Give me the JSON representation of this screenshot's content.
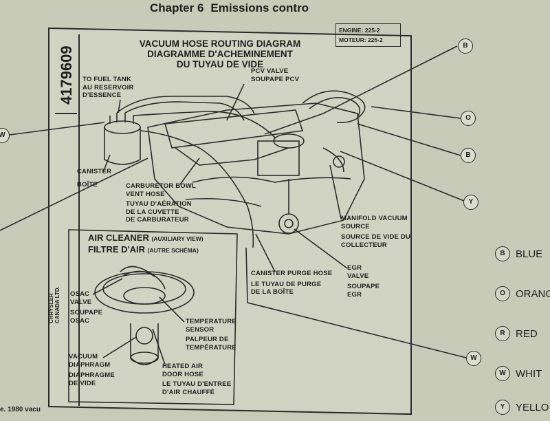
{
  "header": {
    "chapter": "Chapter 6",
    "subject": "Emissions contro"
  },
  "part_number": "4179609",
  "title": {
    "line1": "VACUUM HOSE ROUTING DIAGRAM",
    "line2": "DIAGRAMME D'ACHEMINEMENT",
    "line3": "DU TUYAU DE VIDE"
  },
  "engine": {
    "line1": "ENGINE:  225-2",
    "line2": "MOTEUR:  225-2"
  },
  "labels": {
    "fuel_tank": [
      "TO FUEL TANK",
      "AU RESERVOIR",
      "D'ESSENCE"
    ],
    "pcv": [
      "PCV VALVE",
      "SOUPAPE PCV"
    ],
    "canister": [
      "CANISTER",
      "BOÎTE"
    ],
    "carb_bowl": [
      "CARBURETOR BOWL",
      "VENT HOSE",
      "TUYAU D'AÉRATION",
      "DE LA CUVETTE",
      "DE CARBURATEUR"
    ],
    "manifold": [
      "MANIFOLD VACUUM",
      "SOURCE",
      "SOURCE DE VIDE DU",
      "COLLECTEUR"
    ],
    "canister_purge": [
      "CANISTER PURGE HOSE",
      "LE TUYAU DE PURGE",
      "DE LA BOÎTE"
    ],
    "egr": [
      "EGR",
      "VALVE",
      "SOUPAPE",
      "EGR"
    ],
    "osac": [
      "OSAC",
      "VALVE",
      "SOUPAPE",
      "OSAC"
    ],
    "temp_sensor": [
      "TEMPERATURE",
      "SENSOR",
      "PALPEUR DE",
      "TEMPÉRATURE"
    ],
    "vacuum_diaphragm": [
      "VACUUM",
      "DIAPHRAGM",
      "DIAPHRAGME",
      "DE VIDE"
    ],
    "heated_air": [
      "HEATED AIR",
      "DOOR HOSE",
      "LE TUYAU D'ENTREE",
      "D'AIR CHAUFFÉ"
    ]
  },
  "air_cleaner": {
    "title1": "AIR CLEANER",
    "sub1": "(AUXILIARY VIEW)",
    "title2": "FILTRE D'AIR",
    "sub2": "(AUTRE SCHÉMA)"
  },
  "brand": {
    "line1": "CHRYSLER",
    "line2": "CANADA LTD."
  },
  "markers": [
    "B",
    "O",
    "B",
    "Y",
    "W",
    "W"
  ],
  "legend": [
    {
      "code": "B",
      "name": "BLUE"
    },
    {
      "code": "O",
      "name": "ORANG"
    },
    {
      "code": "R",
      "name": "RED"
    },
    {
      "code": "W",
      "name": "WHIT"
    },
    {
      "code": "Y",
      "name": "YELLO"
    }
  ],
  "footer_fragment": "e. 1980 vacu"
}
